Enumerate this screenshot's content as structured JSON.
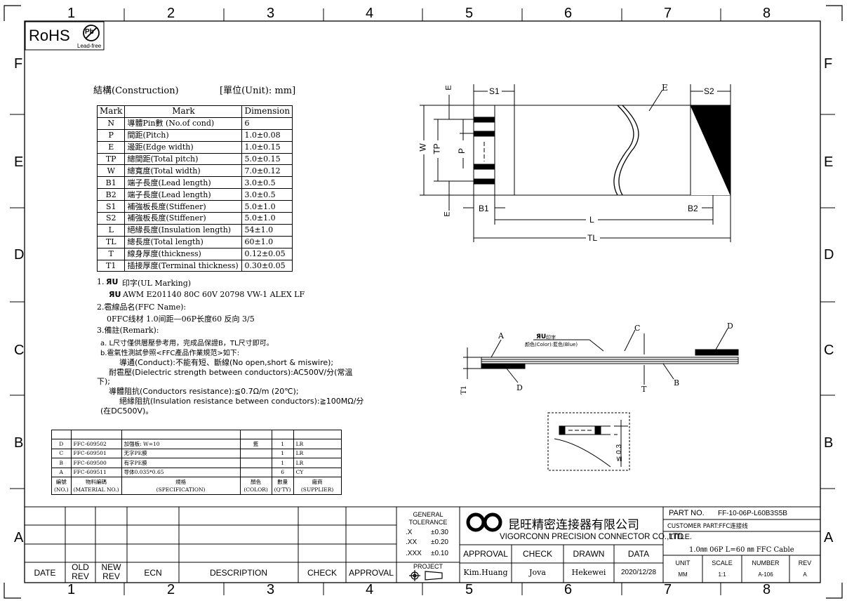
{
  "rohs": {
    "label": "RoHS",
    "badge": "Pb",
    "subtitle": "Lead-free"
  },
  "zones": {
    "cols": [
      "1",
      "2",
      "3",
      "4",
      "5",
      "6",
      "7",
      "8"
    ],
    "rows": [
      "F",
      "E",
      "D",
      "C",
      "B",
      "A"
    ]
  },
  "construction": {
    "title": "結構(Construction)",
    "unit": "[單位(Unit): mm]",
    "headers": [
      "Mark",
      "Mark",
      "Dimension"
    ],
    "rows": [
      {
        "mark": "N",
        "desc": "導體Pin數 (No.of cond)",
        "dim": "6"
      },
      {
        "mark": "P",
        "desc": "間距(Pitch)",
        "dim": "1.0±0.08"
      },
      {
        "mark": "E",
        "desc": "邊距(Edge width)",
        "dim": "1.0±0.15"
      },
      {
        "mark": "TP",
        "desc": "總間距(Total pitch)",
        "dim": "5.0±0.15"
      },
      {
        "mark": "W",
        "desc": "總寬度(Total width)",
        "dim": "7.0±0.12"
      },
      {
        "mark": "B1",
        "desc": "端子長度(Lead length)",
        "dim": "3.0±0.5"
      },
      {
        "mark": "B2",
        "desc": "端子長度(Lead length)",
        "dim": "3.0±0.5"
      },
      {
        "mark": "S1",
        "desc": "補強板長度(Stiffener)",
        "dim": "5.0±1.0"
      },
      {
        "mark": "S2",
        "desc": "補強板長度(Stiffener)",
        "dim": "5.0±1.0"
      },
      {
        "mark": "L",
        "desc": "絕緣長度(Insulation length)",
        "dim": "54±1.0"
      },
      {
        "mark": "TL",
        "desc": "總長度(Total length)",
        "dim": "60±1.0"
      },
      {
        "mark": "T",
        "desc": "線身厚度(thickness)",
        "dim": "0.12±0.05"
      },
      {
        "mark": "T1",
        "desc": "插接厚度(Terminal thickness)",
        "dim": "0.30±0.05"
      }
    ]
  },
  "notes": {
    "n1": "1. ",
    "n1_text": "印字(UL Marking)",
    "n1_line": "AWM E201140 80C 60V 20798 VW-1 ALEX LF",
    "n2": "2.雹線品名(FFC Name):",
    "n2_line": "0FFC线材 1.0间距—06P长度60 反向 3/5",
    "n3": "3.備註(Remark):",
    "a": "a. L尺寸僅供層壓參考用，完成品保證B，TL尺寸即可。",
    "b": "b.雹氣性測試參照<FFC產品作業規范>如下:",
    "b1": "導通(Conduct):不能有短、斷線(No open,short & miswire);",
    "b2": "耐雹壓(Dielectric strength between conductors):AC500V/分(常溫",
    "b2b": "下);",
    "b3": "導體阻抗(Conductors resistance):≦0.7Ω/m (20℃);",
    "b4": "絕緣阻抗(Insulation resistance between conductors):≧100MΩ/分",
    "b4b": "(在DC500V)。"
  },
  "bom": {
    "rows": [
      {
        "no": "D",
        "material": "FFC-609502",
        "spec": "加强板: W=10",
        "color": "藍",
        "qty": "1",
        "supplier": "LR"
      },
      {
        "no": "C",
        "material": "FFC-609501",
        "spec": "无字PE膜",
        "color": "",
        "qty": "1",
        "supplier": "LR"
      },
      {
        "no": "B",
        "material": "FFC-609500",
        "spec": "有字PE膜",
        "color": "",
        "qty": "1",
        "supplier": "LR"
      },
      {
        "no": "A",
        "material": "FFC-609511",
        "spec": "导体0.035*0.65",
        "color": "",
        "qty": "6",
        "supplier": "CY"
      }
    ],
    "headers": [
      {
        "zh": "編號",
        "en": "(NO.)"
      },
      {
        "zh": "物料編碼",
        "en": "(MATERIAL NO.)"
      },
      {
        "zh": "規格",
        "en": "(SPECIFICATION)"
      },
      {
        "zh": "顏色",
        "en": "(COLOR)"
      },
      {
        "zh": "數量",
        "en": "(Q'TY)"
      },
      {
        "zh": "廠商",
        "en": "(SUPPLIER)"
      }
    ]
  },
  "dims": {
    "E": "E",
    "S1": "S1",
    "S2": "S2",
    "W": "W",
    "TP": "TP",
    "P": "P",
    "B1": "B1",
    "B2": "B2",
    "L": "L",
    "TL": "TL",
    "T1": "T1",
    "T": "T",
    "A": "A",
    "B": "B",
    "C": "C",
    "D": "D",
    "print": "印字",
    "color": "颜色(Color):藍色(Blue)",
    "le03": "≦ 0.3"
  },
  "titleblock": {
    "rev_headers": [
      "DATE",
      "OLD REV",
      "NEW REV",
      "ECN",
      "DESCRIPTION",
      "CHECK",
      "APPROVAL"
    ],
    "tolerance": {
      "title": "GENERAL TOLERANCE",
      "rows": [
        [
          ".X",
          "±0.30"
        ],
        [
          ".XX",
          "±0.20"
        ],
        [
          ".XXX",
          "±0.10"
        ]
      ]
    },
    "project": "PROJECT",
    "company_zh": "昆旺精密连接器有限公司",
    "company_en": "VIGORCONN PRECISION CONNECTOR CO.,LTD",
    "approval_headers": [
      "APPROVAL",
      "CHECK",
      "DRAWN",
      "DATA"
    ],
    "approval_values": [
      "Kim.Huang",
      "Jova",
      "Hekewei",
      "2020/12/28"
    ],
    "part_no_label": "PART NO.",
    "part_no": "FF-10-06P-L60B3S5B",
    "customer_part": "CUSTOMER PART:FFC连接线",
    "title_label": "TITLE.",
    "title": "1.0㎜ 06P L=60 ㎜ FFC Cable",
    "unit_headers": [
      "UNIT",
      "SCALE",
      "NUMBER",
      "REV"
    ],
    "unit_values": [
      "MM",
      "1:1",
      "A-106",
      "A"
    ]
  }
}
